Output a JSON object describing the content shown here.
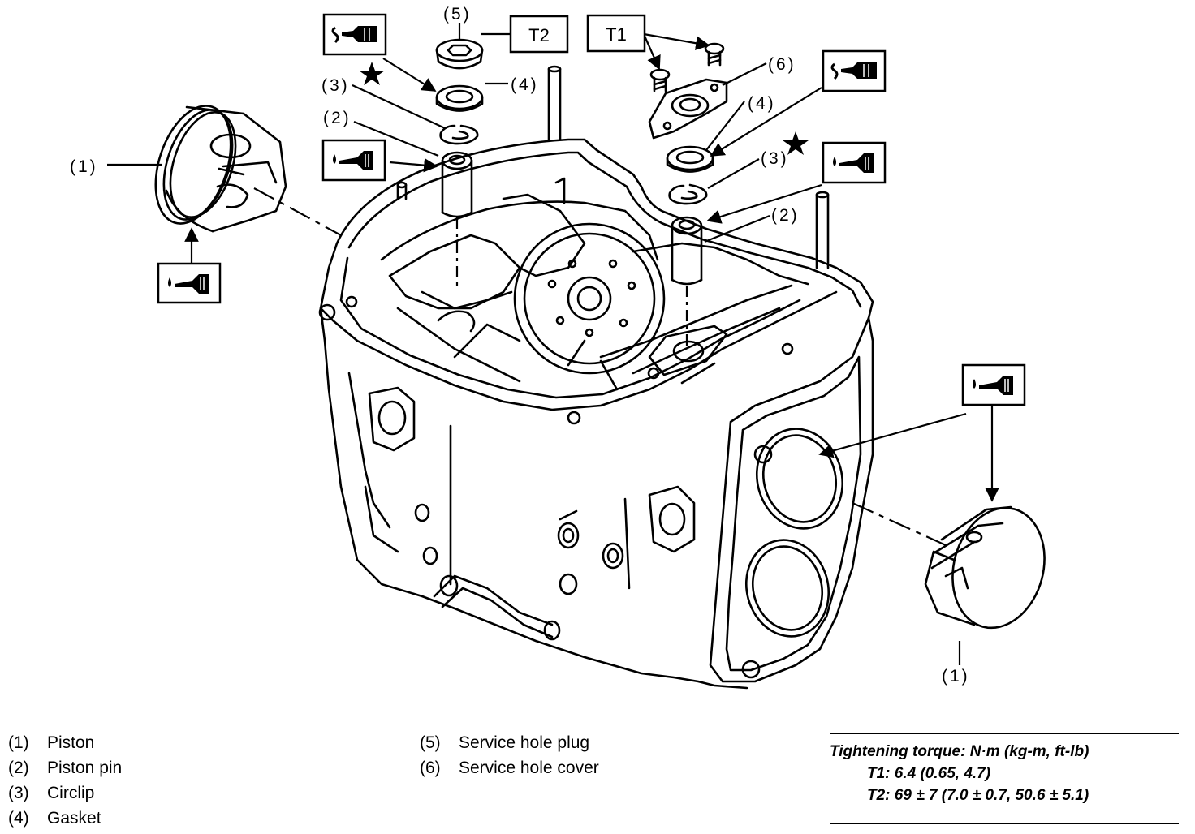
{
  "callouts": {
    "c1_left": "(1)",
    "c1_right": "(1)",
    "c2_left": "(2)",
    "c2_right": "(2)",
    "c3_left": "(3)",
    "c3_right": "(3)",
    "c4_left": "(4)",
    "c4_right": "(4)",
    "c5": "(5)",
    "c6": "(6)"
  },
  "torque_boxes": {
    "t1": "T1",
    "t2": "T2"
  },
  "icons": [
    "sealant-icon",
    "engine-oil-icon",
    "star-icon"
  ],
  "legend": {
    "left": [
      {
        "num": "(1)",
        "label": "Piston"
      },
      {
        "num": "(2)",
        "label": "Piston pin"
      },
      {
        "num": "(3)",
        "label": "Circlip"
      },
      {
        "num": "(4)",
        "label": "Gasket"
      }
    ],
    "right": [
      {
        "num": "(5)",
        "label": "Service hole plug"
      },
      {
        "num": "(6)",
        "label": "Service hole cover"
      }
    ]
  },
  "torque": {
    "title": "Tightening torque: N·m (kg-m, ft-lb)",
    "t1": "T1: 6.4 (0.65, 4.7)",
    "t2": "T2: 69 ± 7 (7.0 ± 0.7, 50.6 ± 5.1)"
  }
}
